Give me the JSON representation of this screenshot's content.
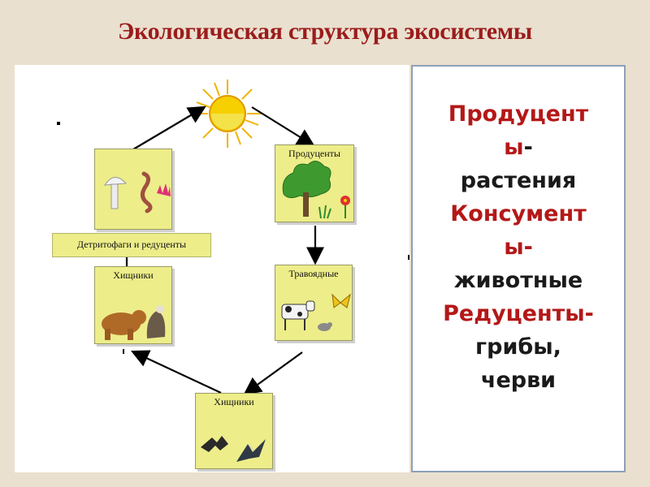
{
  "slide": {
    "title": "Экологическая структура экосистемы"
  },
  "diagram": {
    "boxes": {
      "producers": "Продуценты",
      "herbivores": "Травоядные",
      "predators_left": "Хищники",
      "predators_bottom": "Хищники",
      "detritus_label": "Детритофаги и редуценты"
    },
    "marker_text": "."
  },
  "panel": {
    "lines": [
      {
        "text": "Продуцент",
        "color": "red"
      },
      {
        "text": "ы-",
        "color": "mixed",
        "red": "ы",
        "black": "-"
      },
      {
        "text": "растения",
        "color": "black"
      },
      {
        "text": "Консумент",
        "color": "red"
      },
      {
        "text": "ы-",
        "color": "red"
      },
      {
        "text": "животные",
        "color": "black"
      },
      {
        "text": "Редуценты-",
        "color": "red"
      },
      {
        "text": "грибы,",
        "color": "black"
      },
      {
        "text": "черви",
        "color": "black"
      }
    ]
  },
  "colors": {
    "title_red": "#9b1c1c",
    "text_red": "#b41818",
    "box_fill": "#eded8a",
    "slide_bg": "#eae0cf",
    "panel_border": "#8da0b8"
  }
}
